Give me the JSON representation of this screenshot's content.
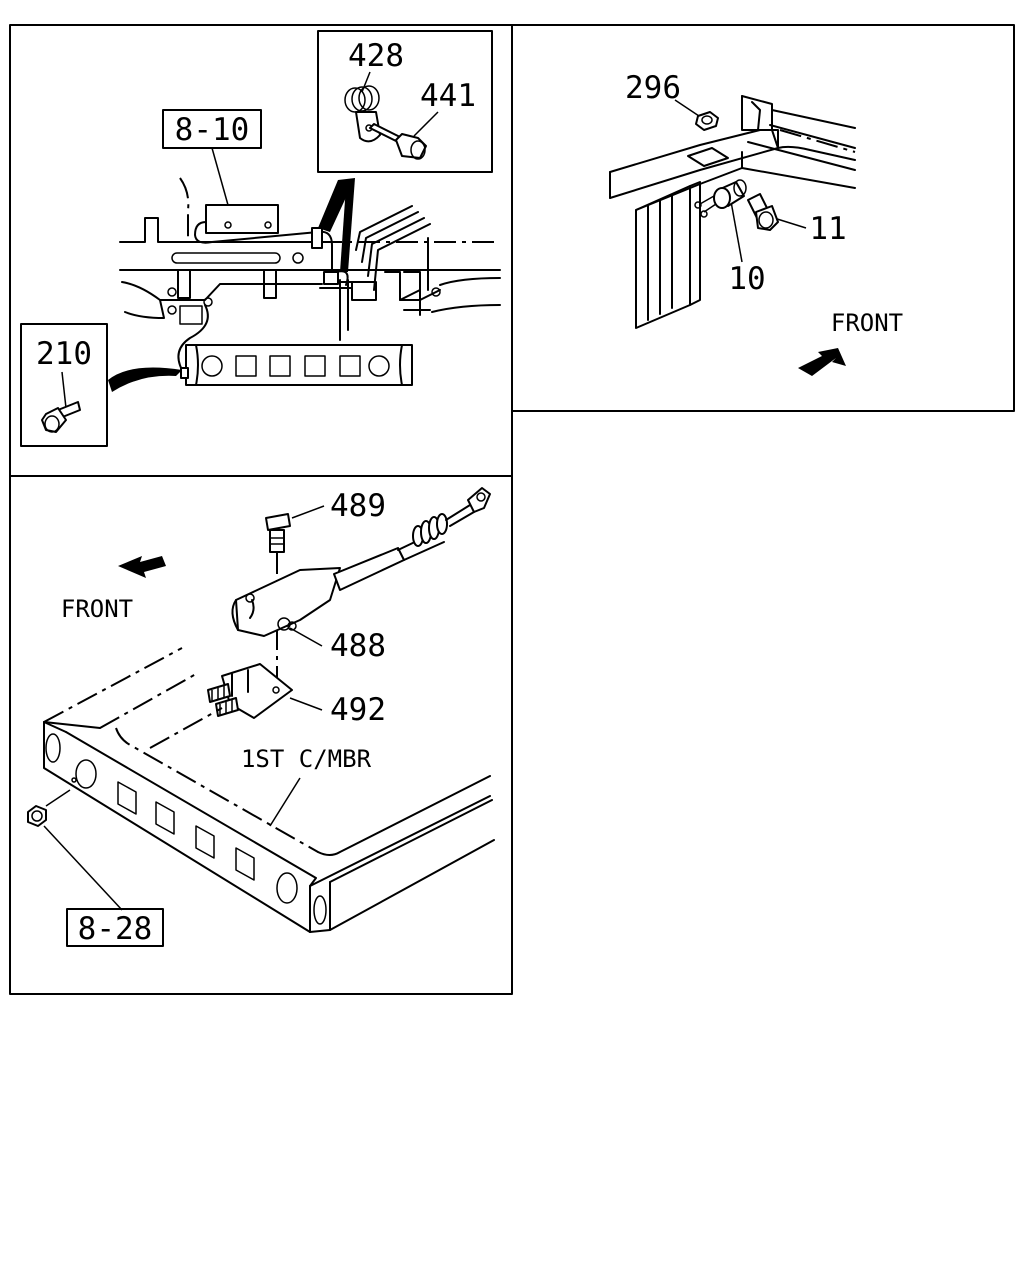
{
  "panels": {
    "top_left": {
      "ref_box_main": "8-10",
      "inset_clip": {
        "part_clip": "428",
        "part_bolt": "441"
      },
      "inset_bolt": {
        "part_bolt": "210"
      }
    },
    "top_right": {
      "part_nut": "296",
      "part_bolt": "11",
      "part_switch": "10",
      "front_label": "FRONT"
    },
    "bottom_left": {
      "part_bolt": "489",
      "part_bracket": "488",
      "part_base": "492",
      "member_label": "1ST C/MBR",
      "front_label": "FRONT",
      "ref_box_nut": "8-28"
    }
  }
}
